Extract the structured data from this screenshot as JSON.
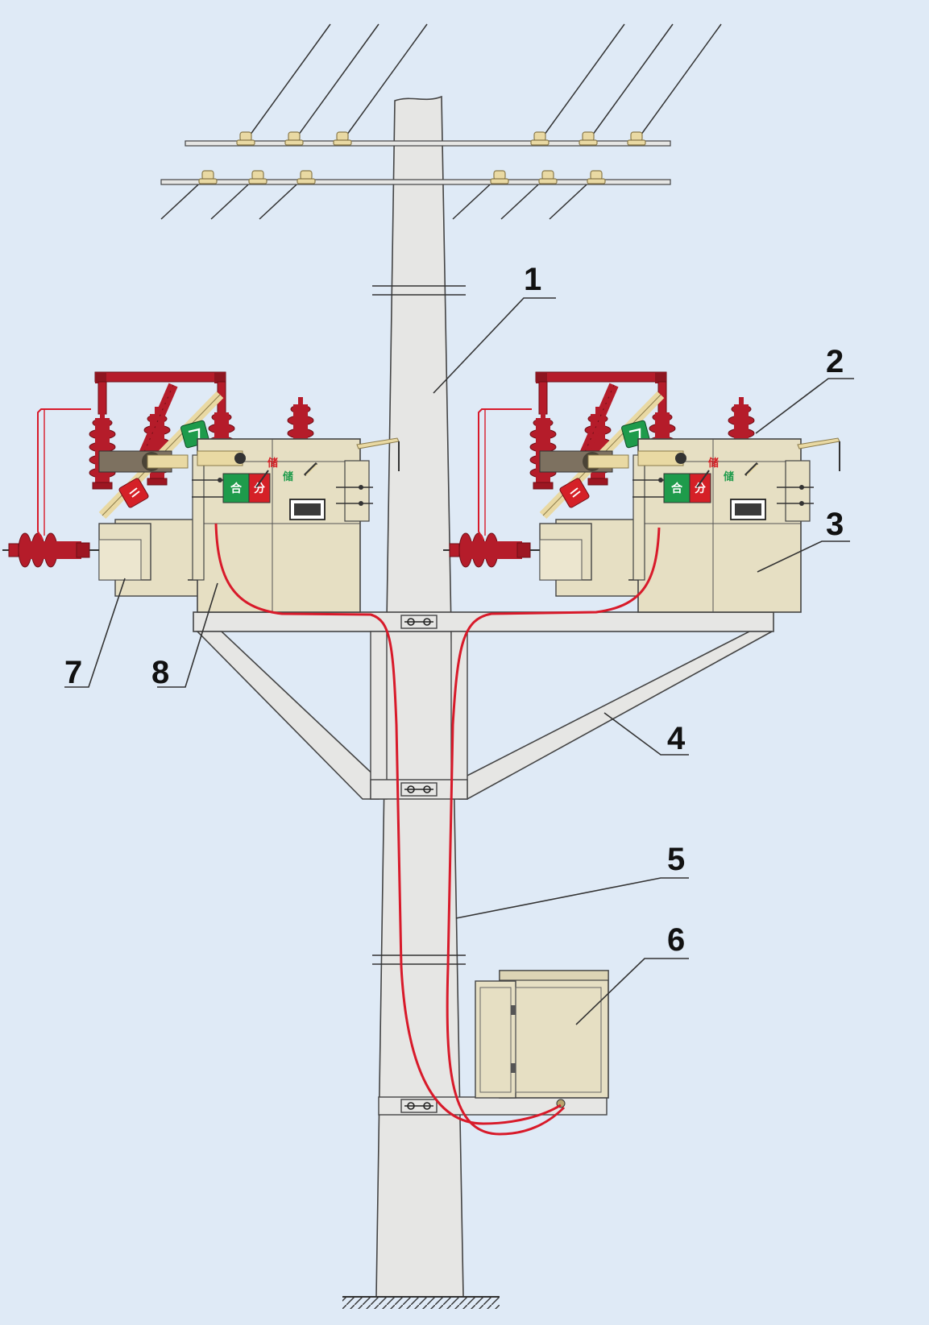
{
  "colors": {
    "background": "#dfeaf6",
    "concrete": "#e6e6e4",
    "equipment": "#e6dfc3",
    "insulator": "#b51c2a",
    "cable": "#d81a2a",
    "fitting": "#e9d9a3",
    "indicator_green": "#1e9b4b",
    "indicator_red": "#d52027",
    "outline": "#333333"
  },
  "callouts": {
    "c1": "1",
    "c2": "2",
    "c3": "3",
    "c4": "4",
    "c5": "5",
    "c6": "6",
    "c7": "7",
    "c8": "8"
  },
  "icons": [
    "close-icon",
    "open-icon",
    "energy-storage-icon",
    "pencil-icon",
    "ground-symbol"
  ]
}
